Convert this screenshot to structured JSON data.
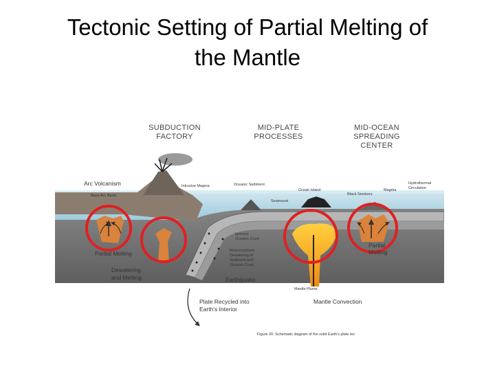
{
  "slide": {
    "title_line1": "Tectonic Setting of Partial Melting of",
    "title_line2": "the Mantle"
  },
  "figure": {
    "headers": {
      "subduction_1": "SUBDUCTION",
      "subduction_2": "FACTORY",
      "midplate_1": "MID-PLATE",
      "midplate_2": "PROCESSES",
      "midocean_1": "MID-OCEAN",
      "midocean_2": "SPREADING",
      "midocean_3": "CENTER"
    },
    "labels": {
      "arc_volcanism": "Arc Volcanism",
      "back_arc_basin": "Back-Arc Basin",
      "intrusive_magma": "Intrusive Magma",
      "oceanic_sediment": "Oceanic Sediment",
      "ocean_island": "Ocean Island",
      "black_smokers": "Black Smokers",
      "magma": "Magma",
      "hydrothermal_1": "Hydrothermal",
      "hydrothermal_2": "Circulation",
      "seamount": "Seamount",
      "igneous_1": "Igneous",
      "igneous_2": "Oceanic Crust",
      "metamorphism_1": "Metamorphism",
      "metamorphism_2": "Dewatering of",
      "metamorphism_3": "Sediment and",
      "metamorphism_4": "Oceanic Crust",
      "partial_melting_left": "Partial Melting",
      "dewatering_1": "Dewatering",
      "dewatering_2": "and Melting",
      "earthquake": "Earthquake",
      "partial_right_1": "Partial",
      "partial_right_2": "Melting",
      "mantle_plume": "Mantle Plume",
      "plate_recycled_1": "Plate Recycled into",
      "plate_recycled_2": "Earth's Interior",
      "mantle_convection": "Mantle Convection",
      "caption_fragment": "Figure 20. Schematic diagram of the solid Earth's plate tec"
    },
    "colors": {
      "highlight_circle": "#e02020",
      "magma": "#f0a020",
      "ocean": "#bfe0ee",
      "mantle": "#7a7a7a"
    }
  }
}
